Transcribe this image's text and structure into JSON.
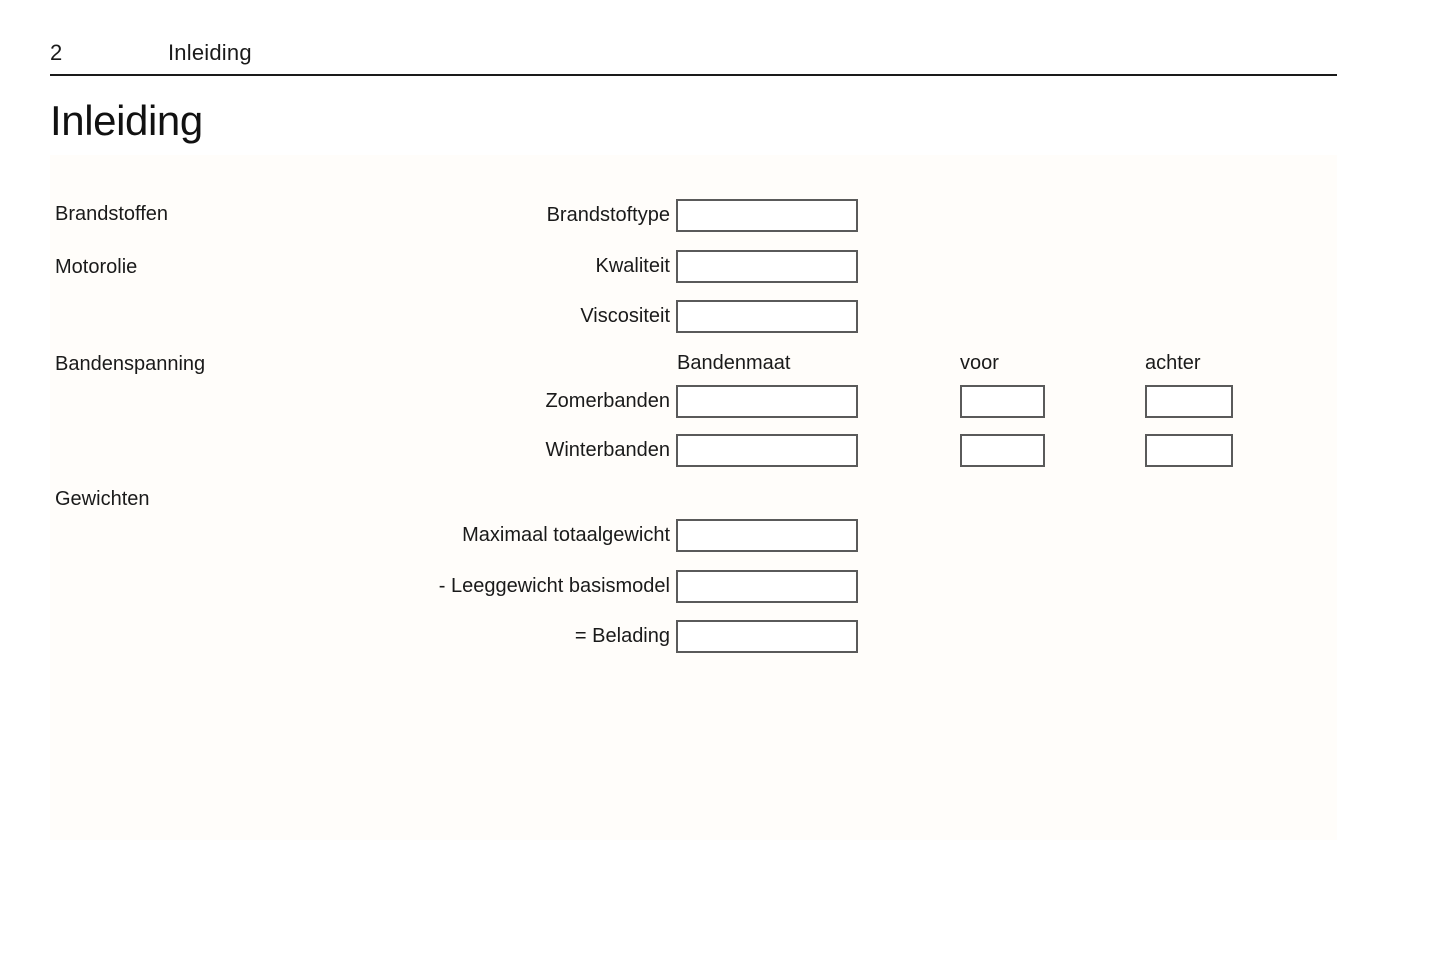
{
  "header": {
    "page_number": "2",
    "running_head": "Inleiding"
  },
  "chapter_title": "Inleiding",
  "sections": [
    {
      "label": "Brandstoffen"
    },
    {
      "label": "Motorolie"
    },
    {
      "label": "Bandenspanning"
    },
    {
      "label": "Gewichten"
    }
  ],
  "fields": {
    "brandstoftype": {
      "label": "Brandstoftype",
      "value": ""
    },
    "kwaliteit": {
      "label": "Kwaliteit",
      "value": ""
    },
    "viscositeit": {
      "label": "Viscositeit",
      "value": ""
    },
    "zomerbanden": {
      "label": "Zomerbanden",
      "maat": "",
      "voor": "",
      "achter": ""
    },
    "winterbanden": {
      "label": "Winterbanden",
      "maat": "",
      "voor": "",
      "achter": ""
    },
    "maximaal_totaalgewicht": {
      "label": "Maximaal totaalgewicht",
      "value": ""
    },
    "leeggewicht_basismodel": {
      "label": "- Leeggewicht basismodel",
      "value": ""
    },
    "belading": {
      "label": "= Belading",
      "value": ""
    }
  },
  "tire_table": {
    "columns": [
      "Bandenmaat",
      "voor",
      "achter"
    ]
  }
}
